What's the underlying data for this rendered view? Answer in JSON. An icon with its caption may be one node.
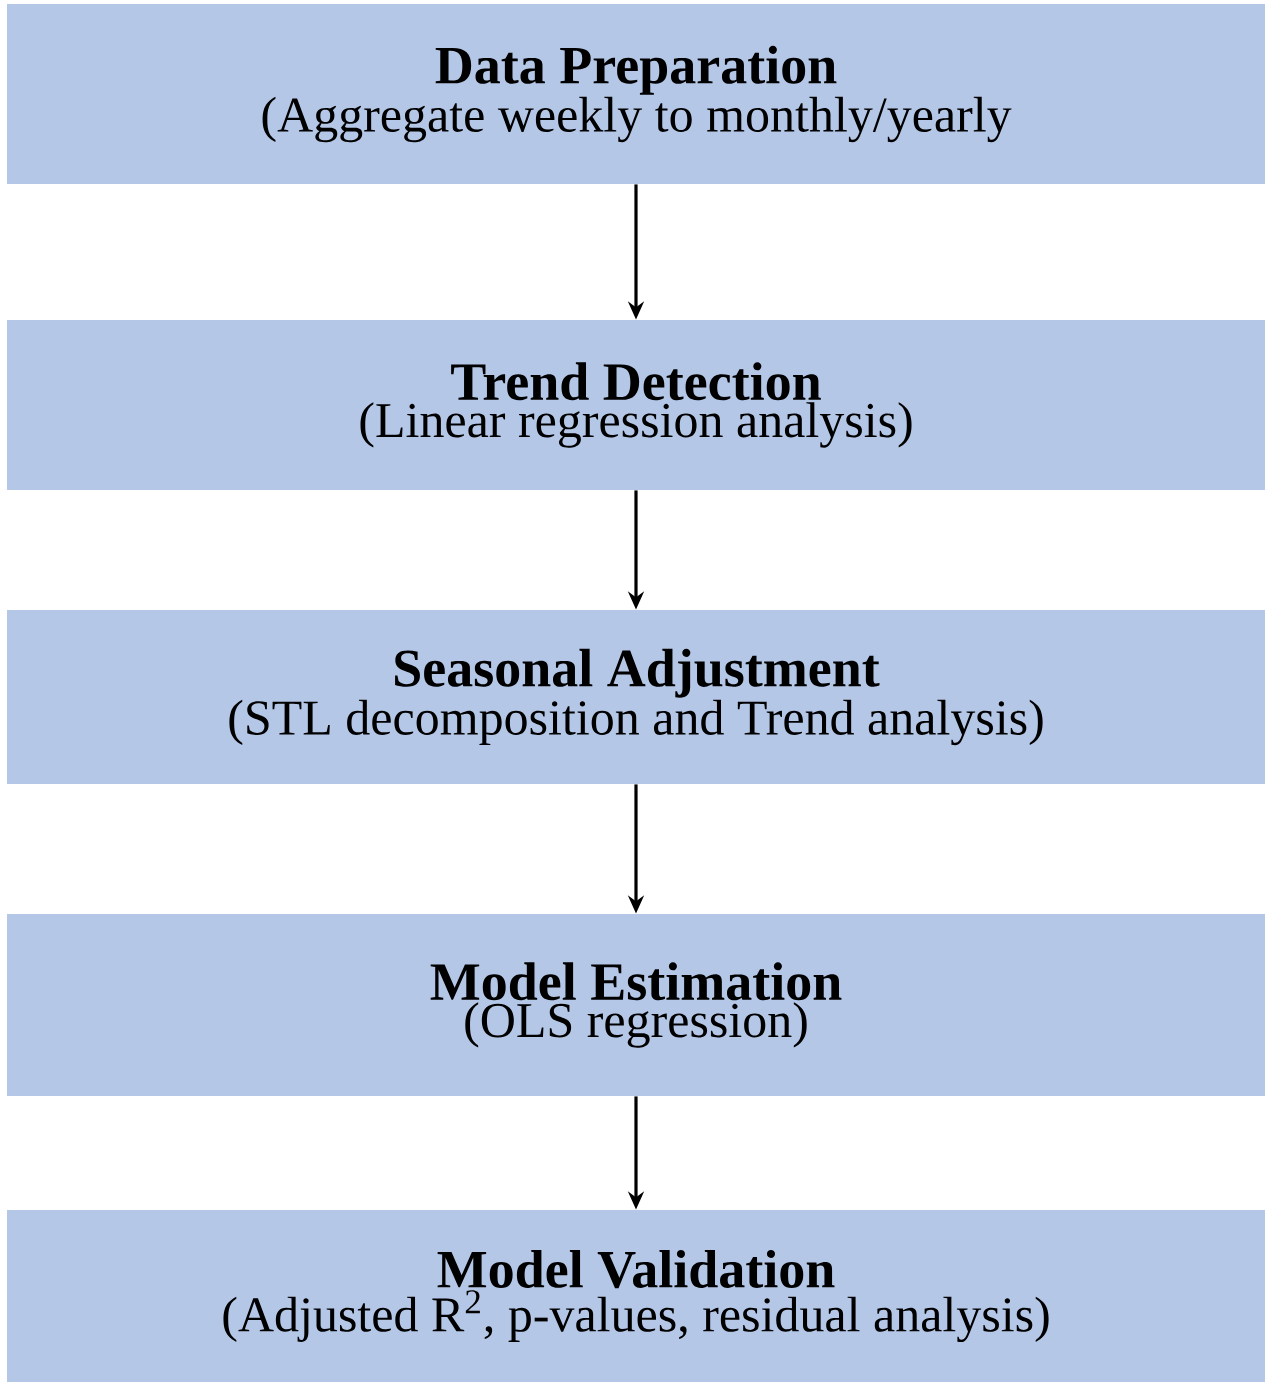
{
  "diagram": {
    "nodes": [
      {
        "text": [
          "Data Preparation",
          "(Aggregate weekly to monthly/yearly"
        ]
      },
      {
        "text": [
          "Trend Detection",
          "(Linear regression analysis)"
        ]
      },
      {
        "text": [
          "Seasonal Adjustment",
          "(STL decomposition and Trend analysis)"
        ]
      },
      {
        "text": [
          "Model Estimation",
          "(OLS regression)"
        ]
      },
      {
        "text": [
          "Model Validation",
          "(Adjusted R$^{2}$, p-values, residual analysis)"
        ]
      }
    ],
    "edges": [
      {
        "from": 0,
        "to": 1,
        "arrow": "to"
      },
      {
        "from": 1,
        "to": 2,
        "arrow": "to"
      },
      {
        "from": 2,
        "to": 3,
        "arrow": "to"
      },
      {
        "from": 3,
        "to": 4,
        "arrow": "to"
      }
    ]
  }
}
